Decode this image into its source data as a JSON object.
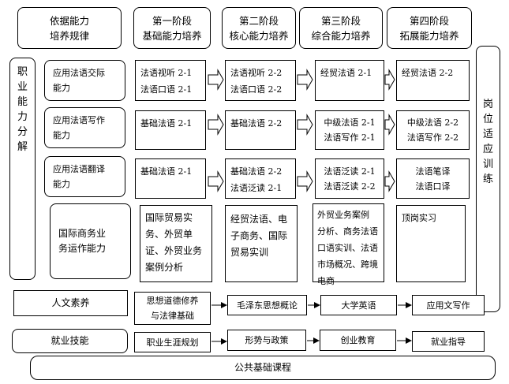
{
  "header": {
    "corner": "依据能力\n培养规律",
    "stages": [
      "第一阶段\n基础能力培养",
      "第二阶段\n核心能力培养",
      "第三阶段\n综合能力培养",
      "第四阶段\n拓展能力培养"
    ]
  },
  "left_label": "职业能力分解",
  "right_label": "岗位适应训练",
  "rows": [
    {
      "ability": "应用法语交际\n能力",
      "cells": [
        "法语视听 2-1\n法语口语 2-1",
        "法语视听 2-2\n法语口语 2-2",
        "经贸法语 2-1",
        "经贸法语 2-2"
      ]
    },
    {
      "ability": "应用法语写作\n能力",
      "cells": [
        "基础法语 2-1",
        "基础法语 2-2",
        "中级法语 2-1\n法语写作 2-1",
        "中级法语 2-2\n法语写作 2-2"
      ]
    },
    {
      "ability": "应用法语翻译\n能力",
      "cells": [
        "基础法语 2-1",
        "基础法语 2-2\n法语泛读 2-1",
        "法语泛读 2-1\n法语泛读 2-2",
        "法语笔译\n法语口译"
      ]
    },
    {
      "ability": "国际商务业\n务运作能力",
      "cells": [
        "国际贸易实\n务、外贸单\n证、外贸业务\n案例分析",
        "经贸法语、电\n子商务、国际\n贸易实训",
        "外贸业务案例\n分析、商务法语\n口语实训、法语\n市场概况、跨境\n电商",
        "顶岗实习"
      ]
    }
  ],
  "humanities": {
    "label": "人文素养",
    "items": [
      "思想道德修养\n与法律基础",
      "毛泽东思想概论",
      "大学英语",
      "应用文写作"
    ]
  },
  "employment": {
    "label": "就业技能",
    "items": [
      "职业生涯规划",
      "形势与政策",
      "创业教育",
      "就业指导"
    ]
  },
  "footer": "公共基础课程"
}
